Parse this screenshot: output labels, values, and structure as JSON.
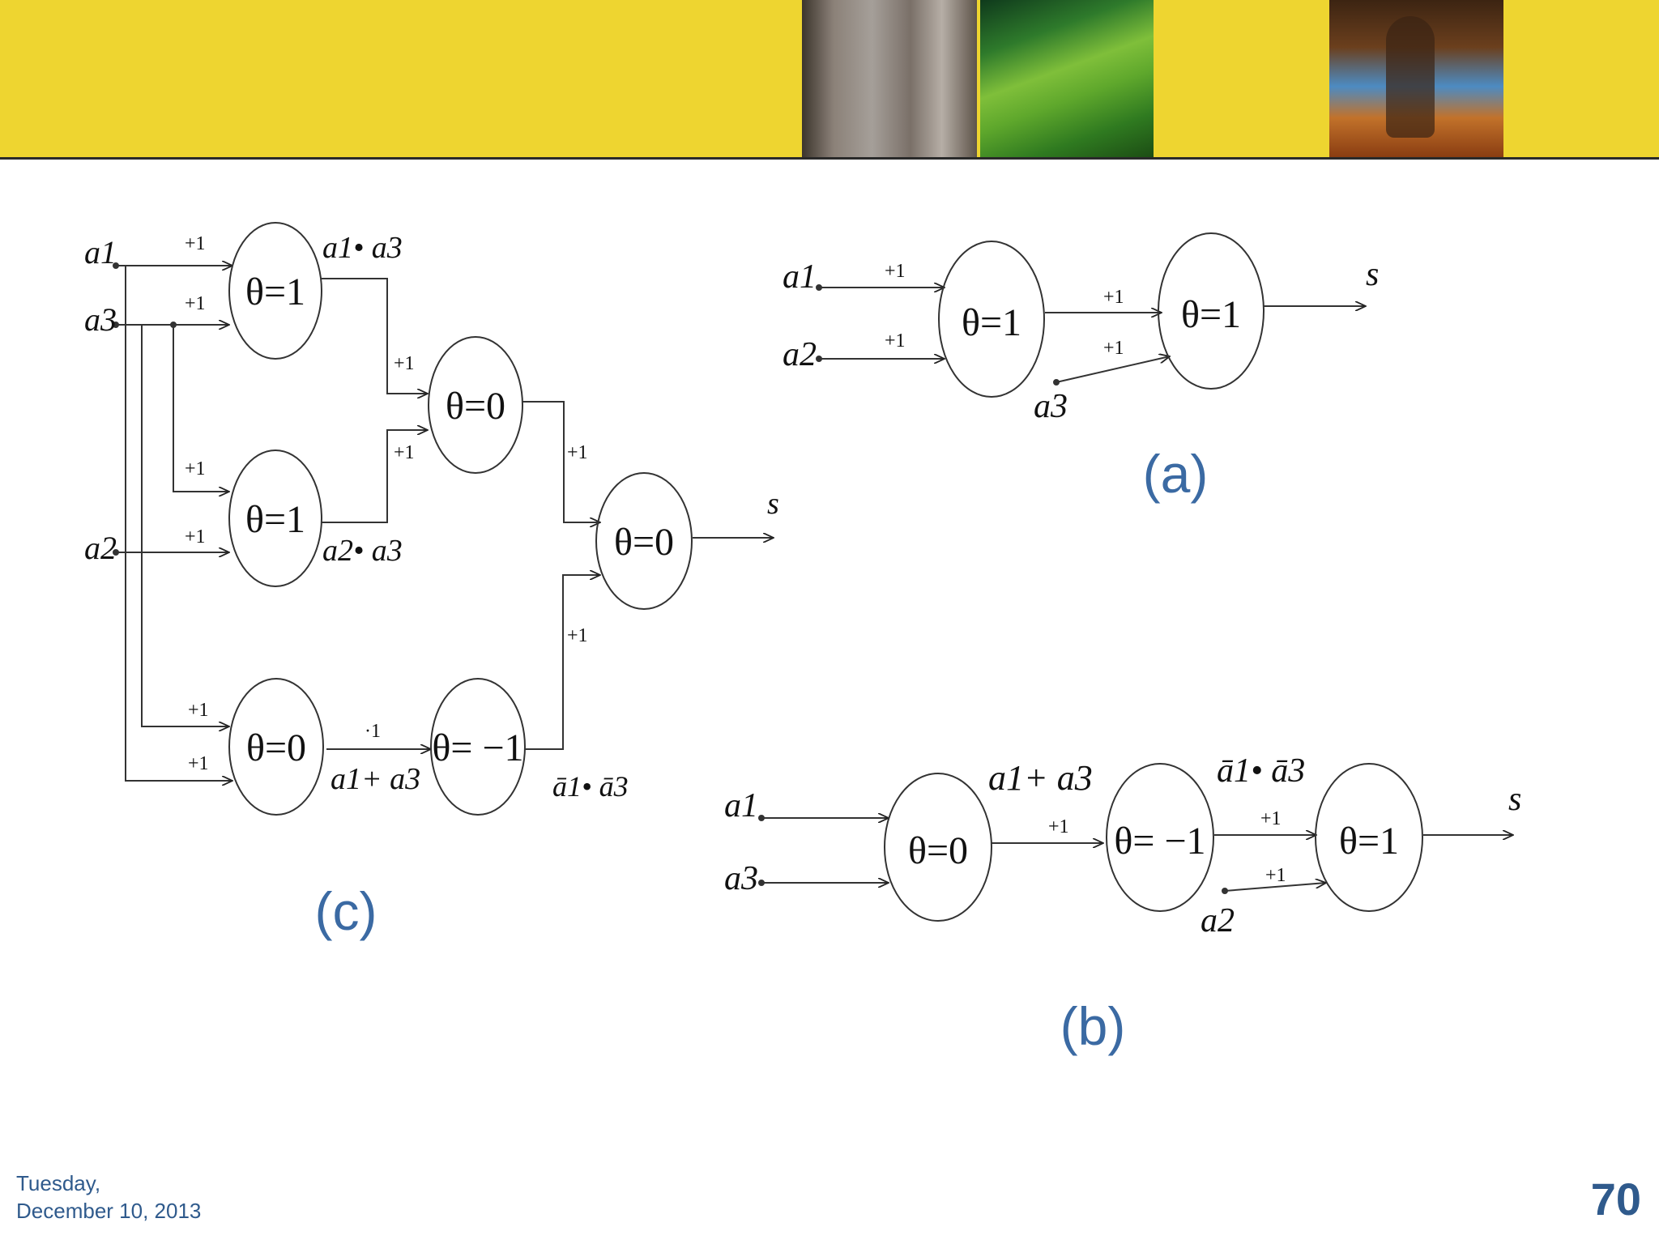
{
  "footer": {
    "date_line1": "Tuesday,",
    "date_line2": "December 10, 2013",
    "page_number": "70"
  },
  "diagram_a": {
    "label": "(a)",
    "inputs": [
      "a1",
      "a2",
      "a3"
    ],
    "weights": [
      "+1",
      "+1",
      "+1",
      "+1"
    ],
    "thresholds": [
      "θ=1",
      "θ=1"
    ],
    "output": "s"
  },
  "diagram_b": {
    "label": "(b)",
    "inputs": [
      "a1",
      "a3",
      "a2"
    ],
    "weights": [
      "+1",
      "+1",
      "+1"
    ],
    "thresholds": [
      "θ=0",
      "θ= −1",
      "θ=1"
    ],
    "output": "s",
    "expr_or": "a1+ a3",
    "expr_nor": "ā1• ā3"
  },
  "diagram_c": {
    "label": "(c)",
    "inputs": [
      "a1",
      "a3",
      "a2"
    ],
    "weights": [
      "+1",
      "+1",
      "+1",
      "+1",
      "+1",
      "+1",
      "+1",
      "+1",
      "+1",
      "+1",
      "·1"
    ],
    "thresholds": [
      "θ=1",
      "θ=1",
      "θ=0",
      "θ=0",
      "θ= −1",
      "θ=0"
    ],
    "output": "s",
    "expr_and13": "a1• a3",
    "expr_and23": "a2• a3",
    "expr_or": "a1+ a3",
    "expr_nor": "ā1• ā3"
  },
  "colors": {
    "banner": "#eed530",
    "label_blue": "#3b6aa3"
  }
}
